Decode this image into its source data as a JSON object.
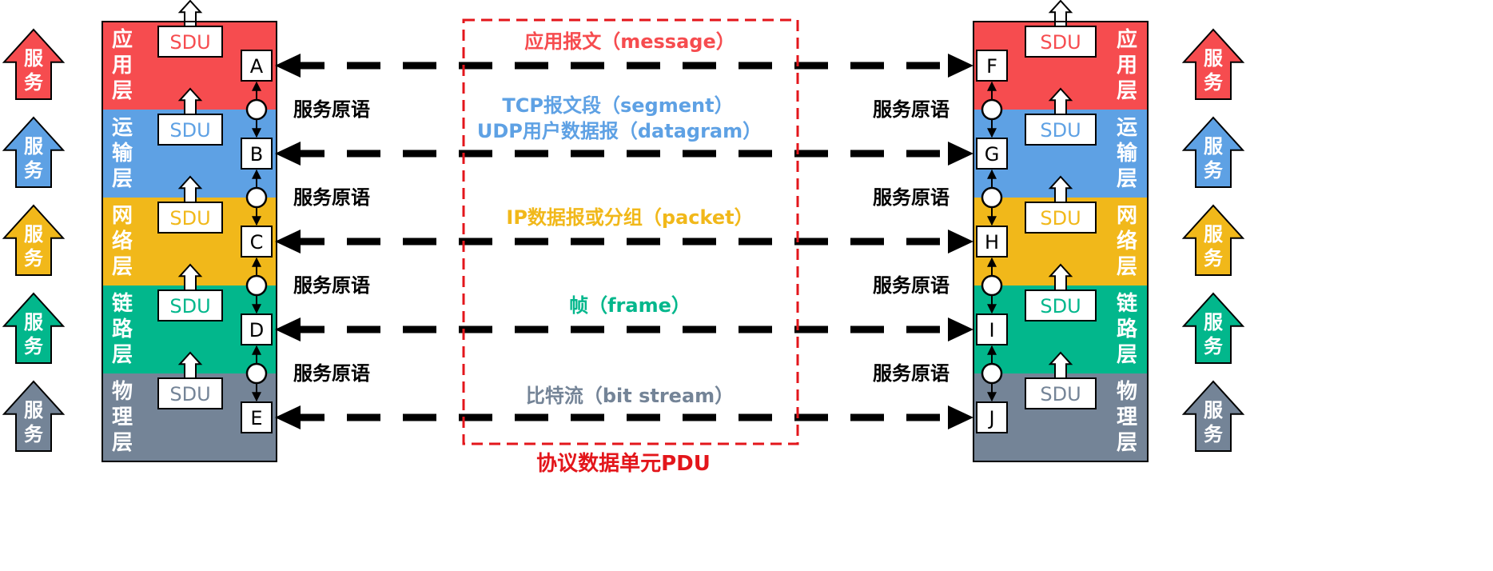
{
  "service_label": "服务",
  "primitive_label": "服务原语",
  "sdu_label": "SDU",
  "pdu_caption": "协议数据单元PDU",
  "layers": [
    {
      "name": "应用层",
      "color": "#f64c4f",
      "left_sap": "A",
      "right_sap": "F",
      "pdu": [
        "应用报文（message）"
      ],
      "pdu_color": "#f64c4f"
    },
    {
      "name": "运输层",
      "color": "#5ea1e4",
      "left_sap": "B",
      "right_sap": "G",
      "pdu": [
        "TCP报文段（segment）",
        "UDP用户数据报（datagram）"
      ],
      "pdu_color": "#5ea1e4"
    },
    {
      "name": "网络层",
      "color": "#f1b81a",
      "left_sap": "C",
      "right_sap": "H",
      "pdu": [
        "IP数据报或分组（packet）"
      ],
      "pdu_color": "#f1b81a"
    },
    {
      "name": "链路层",
      "color": "#02b78c",
      "left_sap": "D",
      "right_sap": "I",
      "pdu": [
        "帧（frame）"
      ],
      "pdu_color": "#02b78c"
    },
    {
      "name": "物理层",
      "color": "#748497",
      "left_sap": "E",
      "right_sap": "J",
      "pdu": [
        "比特流（bit stream）"
      ],
      "pdu_color": "#748497"
    }
  ],
  "colors": {
    "pdu_box": "#e3161b",
    "line": "#000000"
  }
}
